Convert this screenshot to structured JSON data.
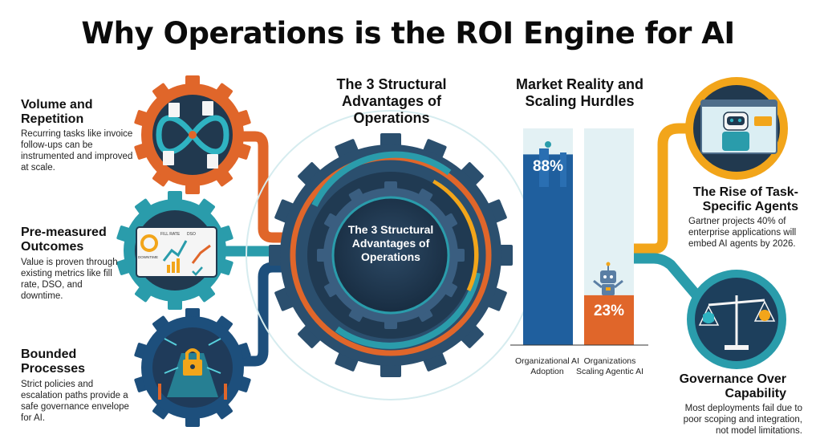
{
  "title": "Why Operations is the ROI Engine for AI",
  "center": {
    "heading": "The 3 Structural Advantages of Operations",
    "hub_label": "The 3 Structural Advantages of Operations"
  },
  "advantages": [
    {
      "title": "Volume and Repetition",
      "text": "Recurring tasks like invoice follow-ups can be instrumented and improved at scale.",
      "icon": "infinity-workflow-icon"
    },
    {
      "title": "Pre-measured Outcomes",
      "text": "Value is proven through existing metrics like fill rate, DSO, and downtime.",
      "icon": "dashboard-metrics-icon",
      "panel_labels": [
        "FILL RATE",
        "DSO",
        "DOWNTIME"
      ]
    },
    {
      "title": "Bounded Processes",
      "text": "Strict policies and escalation paths provide a safe governance envelope for AI.",
      "icon": "padlock-corridor-icon"
    }
  ],
  "market": {
    "heading": "Market Reality and Scaling Hurdles",
    "chart_data": {
      "type": "bar",
      "categories": [
        "Organizational AI Adoption",
        "Organizations Scaling Agentic AI"
      ],
      "values": [
        88,
        23
      ],
      "value_labels": [
        "88%",
        "23%"
      ],
      "ylim": [
        0,
        100
      ],
      "colors": [
        "#1f5f9e",
        "#e0662a"
      ]
    }
  },
  "insights": [
    {
      "title": "The Rise of Task-Specific Agents",
      "text": "Gartner projects 40% of enterprise applications will embed AI agents by 2026.",
      "icon": "robot-agent-icon"
    },
    {
      "title": "Governance Over Capability",
      "text": "Most deployments fail due to poor scoping and integration, not model limitations.",
      "icon": "balance-scale-icon"
    }
  ],
  "colors": {
    "orange": "#e0662a",
    "teal": "#2a9cab",
    "navy": "#1d4f7c",
    "amber": "#f2a51a",
    "dark_slate": "#21394f"
  }
}
